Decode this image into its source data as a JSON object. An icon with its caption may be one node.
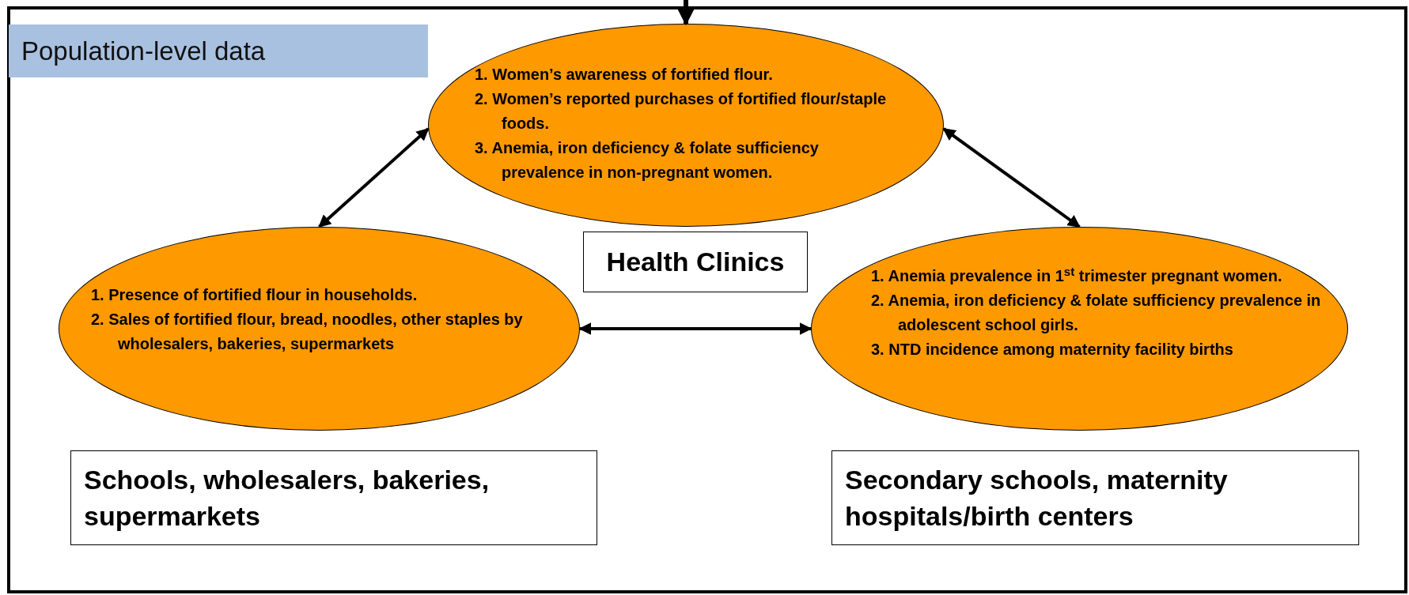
{
  "diagram": {
    "nodes": [
      {
        "text": [
          "Population-level data"
        ]
      },
      {
        "text": [
          "1. Women’s awareness of fortified flour.",
          "2. Women’s reported purchases of fortified flour/staple foods.",
          "3. Anemia, iron deficiency & folate sufficiency prevalence in non-pregnant women."
        ]
      },
      {
        "text": [
          "Health Clinics"
        ]
      },
      {
        "text": [
          "1. Presence of fortified flour in households.",
          "2. Sales of fortified flour, bread, noodles, other staples by wholesalers, bakeries, supermarkets"
        ]
      },
      {
        "text": [
          "1. Anemia prevalence in 1$^{st}$ trimester pregnant women.",
          "2. Anemia, iron deficiency & folate sufficiency prevalence in adolescent school girls.",
          "3. NTD incidence  among  maternity facility births"
        ]
      },
      {
        "text": [
          "Schools, wholesalers, bakeries, supermarkets"
        ]
      },
      {
        "text": [
          "Secondary schools, maternity hospitals/birth centers"
        ]
      }
    ],
    "edges": [
      {
        "from": null,
        "to": 1,
        "arrow": "to"
      },
      {
        "from": 1,
        "to": 3,
        "arrow": "both"
      },
      {
        "from": 1,
        "to": 4,
        "arrow": "both"
      },
      {
        "from": 3,
        "to": 4,
        "arrow": "both"
      }
    ]
  }
}
